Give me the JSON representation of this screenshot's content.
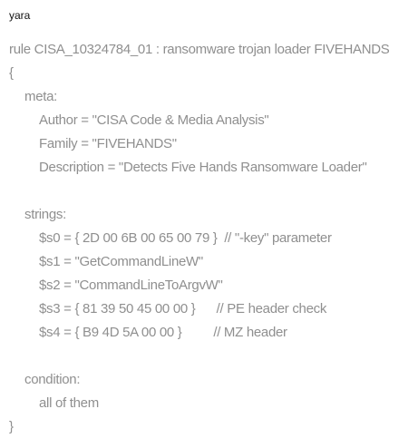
{
  "language_label": "yara",
  "code": {
    "header": "rule CISA_10324784_01 : ransomware trojan loader FIVEHANDS",
    "open_brace": "{",
    "meta_label": "meta:",
    "meta": [
      "Author = \"CISA Code & Media Analysis\"",
      "Family = \"FIVEHANDS\"",
      "Description = \"Detects Five Hands Ransomware Loader\""
    ],
    "strings_label": "strings:",
    "strings": [
      "$s0 = { 2D 00 6B 00 65 00 79 }  // \"-key\" parameter",
      "$s1 = \"GetCommandLineW\"",
      "$s2 = \"CommandLineToArgvW\"",
      "$s3 = { 81 39 50 45 00 00 }      // PE header check",
      "$s4 = { B9 4D 5A 00 00 }         // MZ header"
    ],
    "condition_label": "condition:",
    "condition": "all of them",
    "close_brace": "}"
  }
}
